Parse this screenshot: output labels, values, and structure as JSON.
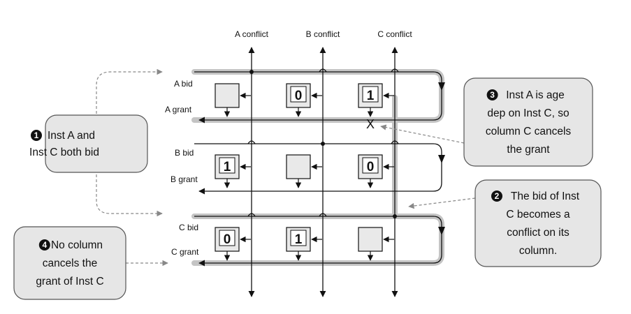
{
  "columns": [
    {
      "label": "A conflict"
    },
    {
      "label": "B conflict"
    },
    {
      "label": "C conflict"
    }
  ],
  "rows": [
    {
      "bid": "A bid",
      "grant": "A grant",
      "cells": [
        "",
        "0",
        "1"
      ]
    },
    {
      "bid": "B bid",
      "grant": "B grant",
      "cells": [
        "1",
        "",
        "0"
      ]
    },
    {
      "bid": "C bid",
      "grant": "C grant",
      "cells": [
        "0",
        "1",
        ""
      ]
    }
  ],
  "cancel_mark": "X",
  "callouts": [
    {
      "number": "1",
      "lines": [
        "Inst A and",
        "Inst C both bid"
      ]
    },
    {
      "number": "2",
      "lines": [
        "The bid of Inst",
        "C becomes a",
        "conflict on its",
        "column."
      ]
    },
    {
      "number": "3",
      "lines": [
        "Inst A is age",
        "dep on Inst C, so",
        "column C cancels",
        "the grant"
      ]
    },
    {
      "number": "4",
      "lines": [
        "No column",
        "cancels the",
        "grant of Inst C"
      ]
    }
  ]
}
